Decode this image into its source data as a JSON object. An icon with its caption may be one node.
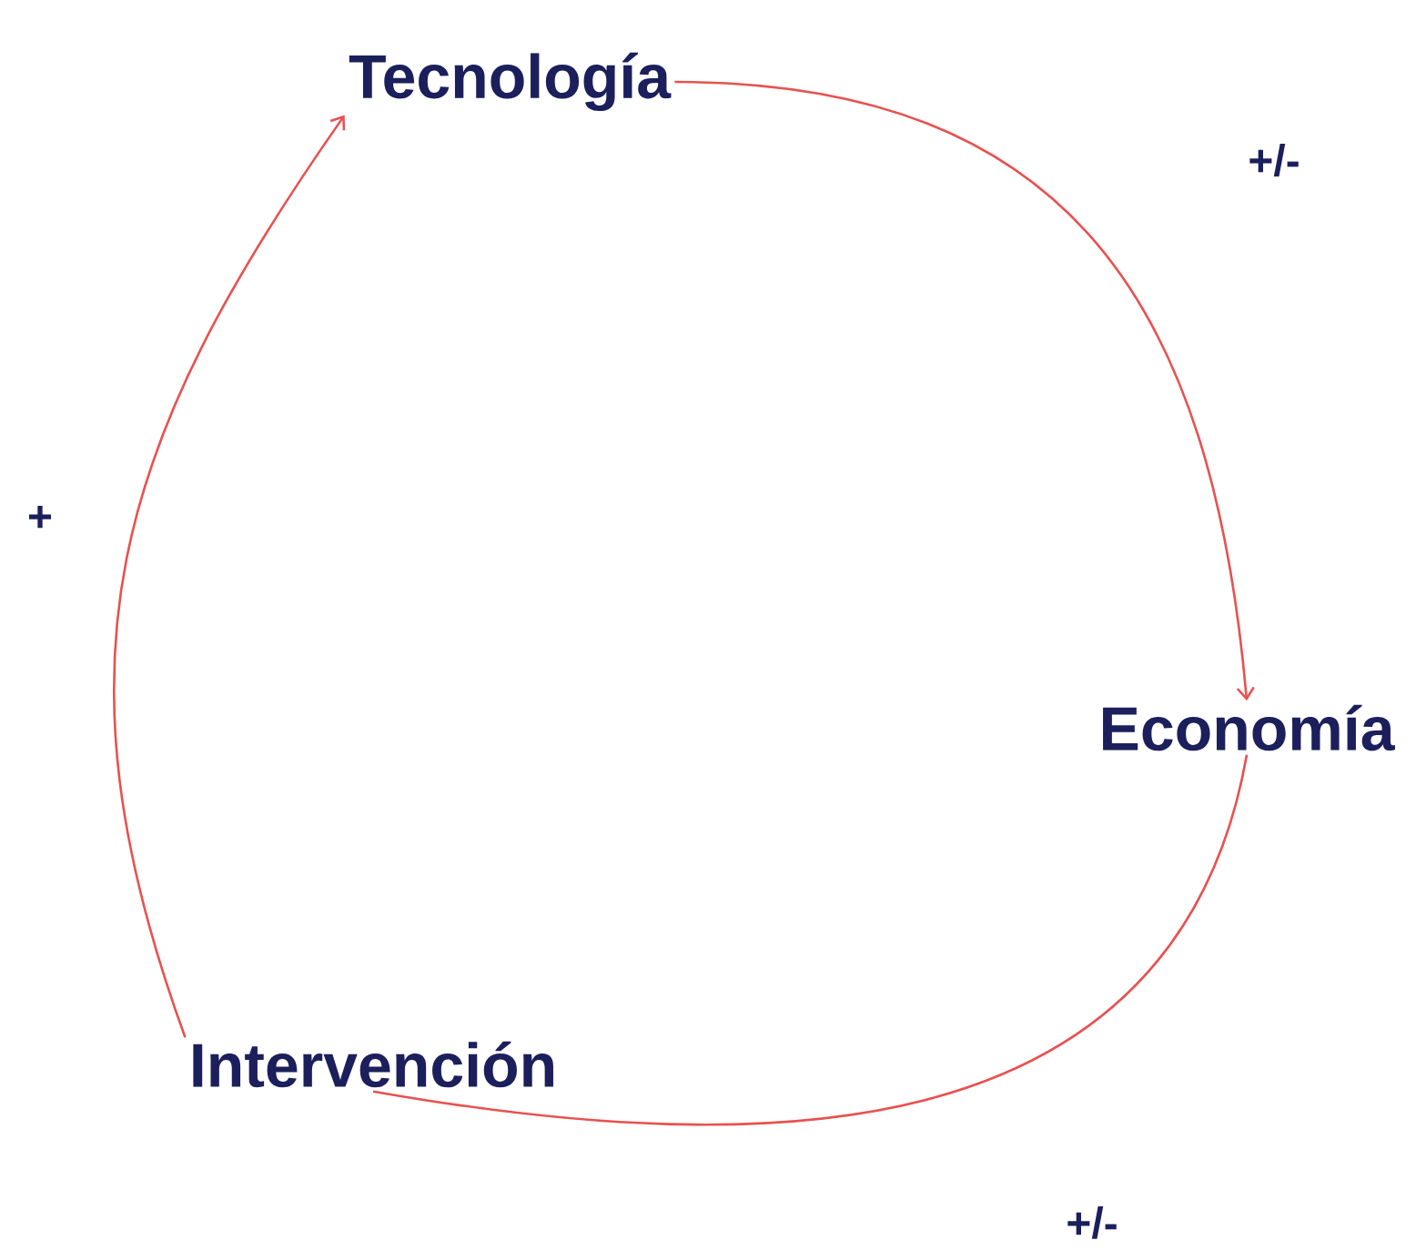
{
  "diagram": {
    "nodes": [
      {
        "text": [
          "Tecnología"
        ]
      },
      {
        "text": [
          "Economía"
        ]
      },
      {
        "text": [
          "Intervención"
        ]
      }
    ],
    "edges": [
      {
        "from": 0,
        "to": 1,
        "arrow": "to",
        "label": "+/-"
      },
      {
        "from": 1,
        "to": 2,
        "arrow": "none",
        "label": "+/-"
      },
      {
        "from": 2,
        "to": 0,
        "arrow": "to",
        "label": "+"
      }
    ]
  }
}
